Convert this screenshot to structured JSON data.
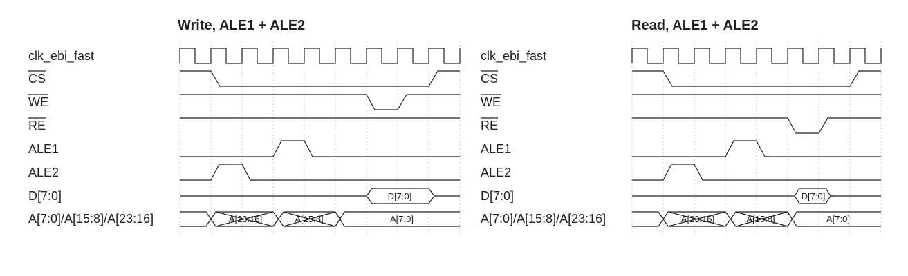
{
  "diagrams": [
    {
      "title": "Write, ALE1 + ALE2",
      "signals": [
        {
          "label": "clk_ebi_fast",
          "overbar": false
        },
        {
          "label": "CS",
          "overbar": true
        },
        {
          "label": "WE",
          "overbar": true
        },
        {
          "label": "RE",
          "overbar": true
        },
        {
          "label": "ALE1",
          "overbar": false
        },
        {
          "label": "ALE2",
          "overbar": false
        },
        {
          "label": "D[7:0]",
          "overbar": false
        },
        {
          "label": "A[7:0]/A[15:8]/A[23:16]",
          "overbar": false
        }
      ],
      "bus_segments": {
        "data": [
          {
            "label": "D[7:0]"
          }
        ],
        "address": [
          {
            "label": "A[23:16]"
          },
          {
            "label": "A[15:8]"
          },
          {
            "label": "A[7:0]"
          }
        ]
      }
    },
    {
      "title": "Read, ALE1 + ALE2",
      "signals": [
        {
          "label": "clk_ebi_fast",
          "overbar": false
        },
        {
          "label": "CS",
          "overbar": true
        },
        {
          "label": "WE",
          "overbar": true
        },
        {
          "label": "RE",
          "overbar": true
        },
        {
          "label": "ALE1",
          "overbar": false
        },
        {
          "label": "ALE2",
          "overbar": false
        },
        {
          "label": "D[7:0]",
          "overbar": false
        },
        {
          "label": "A[7:0]/A[15:8]/A[23:16]",
          "overbar": false
        }
      ],
      "bus_segments": {
        "data": [
          {
            "label": "D[7:0]"
          }
        ],
        "address": [
          {
            "label": "A[23:16]"
          },
          {
            "label": "A[15:8]"
          },
          {
            "label": "A[7:0]"
          }
        ]
      }
    }
  ]
}
